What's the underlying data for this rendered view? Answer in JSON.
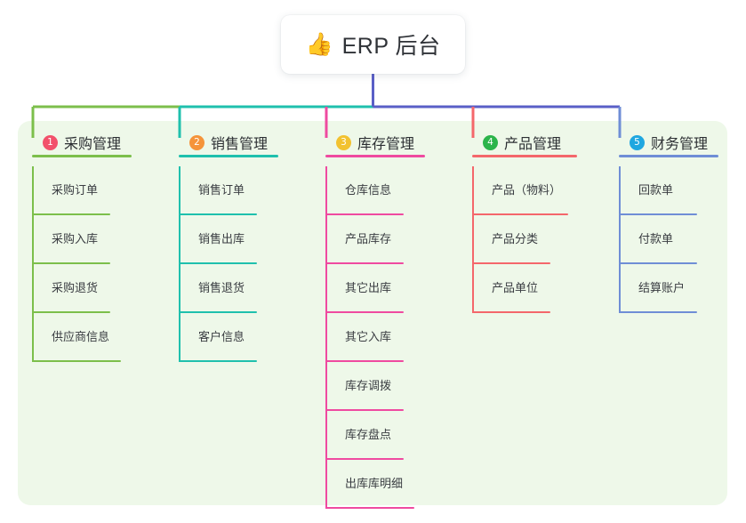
{
  "diagram": {
    "type": "mindmap",
    "background": "#ffffff",
    "panel_color": "#eef8e9",
    "root": {
      "emoji": "👍",
      "emoji_name": "thumbs-up-icon",
      "title": "ERP 后台",
      "card_color": "#ffffff",
      "trunk_color": "#5a5fc7"
    },
    "bus_color": "#5a5fc7",
    "branches": [
      {
        "number": "1",
        "label": "采购管理",
        "badge_color": "#f2516b",
        "line_color": "#7cbf4b",
        "items": [
          "采购订单",
          "采购入库",
          "采购退货",
          "供应商信息"
        ]
      },
      {
        "number": "2",
        "label": "销售管理",
        "badge_color": "#f5943a",
        "line_color": "#1fc0ad",
        "items": [
          "销售订单",
          "销售出库",
          "销售退货",
          "客户信息"
        ]
      },
      {
        "number": "3",
        "label": "库存管理",
        "badge_color": "#f2c230",
        "line_color": "#ef4aa0",
        "items": [
          "仓库信息",
          "产品库存",
          "其它出库",
          "其它入库",
          "库存调拨",
          "库存盘点",
          "出库库明细"
        ]
      },
      {
        "number": "4",
        "label": "产品管理",
        "badge_color": "#2bb44a",
        "line_color": "#f4676b",
        "items": [
          "产品（物料）",
          "产品分类",
          "产品单位"
        ]
      },
      {
        "number": "5",
        "label": "财务管理",
        "badge_color": "#1fa7e0",
        "line_color": "#6f8ed6",
        "items": [
          "回款单",
          "付款单",
          "结算账户"
        ]
      }
    ]
  }
}
